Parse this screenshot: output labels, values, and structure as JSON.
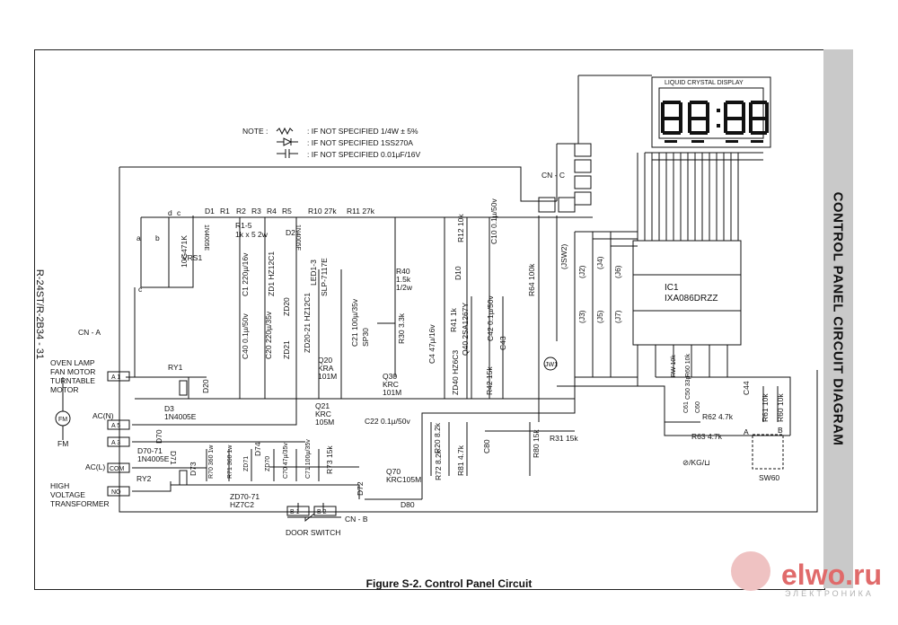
{
  "page_title": "CONTROL PANEL CIRCUIT DIAGRAM",
  "model_number": "R-24ST/R-2B34 - 31",
  "caption": "Figure S-2. Control Panel Circuit",
  "note": {
    "heading": "NOTE :",
    "lines": [
      ": IF NOT SPECIFIED 1/4W ± 5%",
      ": IF NOT SPECIFIED 1SS270A",
      ": IF NOT SPECIFIED 0.01µF/16V"
    ]
  },
  "display": {
    "title": "LIQUID CRYSTAL DISPLAY",
    "digits": "88:88"
  },
  "connectors": {
    "cn_a": "CN - A",
    "cn_b": "CN - B",
    "cn_c": "CN - C",
    "a1": "A 1",
    "a5": "A 5",
    "a3": "A 3",
    "b1": "B 1",
    "b2": "B 2",
    "com": "COM",
    "no": "NO",
    "acn": "AC(N)",
    "acl": "AC(L)"
  },
  "loads": {
    "oven_lamp": [
      "OVEN LAMP",
      "FAN MOTOR",
      "TURNTABLE",
      "MOTOR"
    ],
    "fm": "FM",
    "fm_label": "FM",
    "hvt": [
      "HIGH",
      "VOLTAGE",
      "TRANSFORMER"
    ],
    "door_switch": "DOOR SWITCH",
    "sw60": "SW60",
    "kg_symbol": "⊘/KG/⊔"
  },
  "ic": {
    "name": "IC1",
    "part": "IXA086DRZZ"
  },
  "components": {
    "d1": "D1",
    "d1_part": "1N4005E",
    "r1": "R1",
    "r2": "R2",
    "r3": "R3",
    "r4": "R4",
    "r5": "R5",
    "r15": "R1-5",
    "r15_val": "1k x 5 2w",
    "r10": "R10 27k",
    "r11": "R11 27k",
    "d2": "D2",
    "d2_part": "1N4005E",
    "vrs1": "VRS1",
    "vrs1_part": "10G471K",
    "c1": "C1 220µ/16v",
    "zd1": "ZD1 HZ12C1",
    "led": "LED1-3",
    "led_part": "SLP-7117E",
    "c40": "C40 0.1µ/50v",
    "c20": "C20 220µ/35v",
    "zd20": "ZD20",
    "zd21": "ZD21",
    "zd2021": "ZD20-21 HZ12C1",
    "q20": "Q20",
    "q20_part": "KRA",
    "q20_val": "101M",
    "c21": "C21 100µ/35v",
    "sp30": "SP30",
    "r30": "R30 3.3k",
    "r40": "R40",
    "r40_val": "1.5k",
    "r40_w": "1/2w",
    "q30": "Q30",
    "q30_part": "KRC",
    "q30_val": "101M",
    "r12": "R12 10k",
    "c10": "C10 0.1µ/50v",
    "d10": "D10",
    "c4": "C4 47µ/16v",
    "r41": "R41 1k",
    "q40": "Q40 2SA1267Y",
    "c42": "C42 0.1µ/50v",
    "c43": "C43",
    "zd40": "ZD40 HZ6C3",
    "r42": "R42 15k",
    "r64": "R64 100k",
    "q21": "Q21",
    "q21_part": "KRC",
    "q21_val": "105M",
    "c22": "C22 0.1µ/50v",
    "d3": "D3",
    "d3_part": "1N4005E",
    "ry1": "RY1",
    "d20": "D20",
    "d7071": "D70-71",
    "d7071_part": "1N4005E",
    "d70": "D70",
    "d71": "D71",
    "d73": "D73",
    "d74": "D74",
    "r70": "R70 360 1w",
    "r71": "R71 360 1w",
    "zd71": "ZD71",
    "zd70": "ZD70",
    "c70": "C70 47µ/35v",
    "c71": "C71 100µ/35v",
    "r73": "R73 15k",
    "zd7071": "ZD70-71",
    "zd7071_part": "HZ7C2",
    "ry2": "RY2",
    "d72": "D72",
    "d80": "D80",
    "q70": "Q70",
    "q70_part": "KRC105M",
    "r72": "R72 8.2k",
    "r20": "R20 8.2k",
    "r81": "R81 4.7k",
    "c80": "C80",
    "r80": "R80 15k",
    "r31": "R31 15k",
    "rw": "RW 10k",
    "r60": "R60 10k",
    "c50": "C50 33p",
    "c60": "C60",
    "c61": "C61",
    "c44": "C44",
    "r62": "R62 4.7k",
    "r63": "R63 4.7k",
    "r61": "R61 10k",
    "r601": "R60 10k",
    "jw1": "JW1",
    "jsw2": "(JSW2)",
    "j2": "(J2)",
    "j3": "(J3)",
    "j4": "(J4)",
    "j5": "(J5)",
    "j6": "(J6)",
    "j7": "(J7)",
    "ab_a": "A",
    "ab_b": "B",
    "sw_a": "a",
    "sw_b": "b",
    "sw_c": "c",
    "sw_d": "d",
    "sw_c2": "c"
  },
  "watermark": {
    "brand": "elwo.ru",
    "sub": "ЭЛЕКТРОНИКА"
  }
}
